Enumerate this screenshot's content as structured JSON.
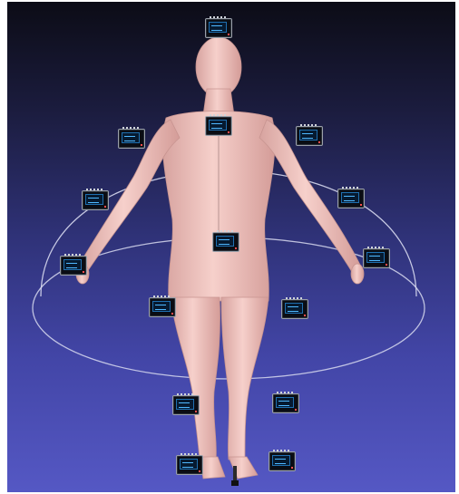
{
  "viewer": {
    "background_top": "#0c0c16",
    "background_bottom": "#5558c4",
    "body_color": "#f2c4bf",
    "ring_color": "#d7d9ee"
  },
  "sensors": [
    {
      "id": "head",
      "icon": "oled-sensor-icon"
    },
    {
      "id": "chest",
      "icon": "oled-sensor-icon"
    },
    {
      "id": "abdomen",
      "icon": "oled-sensor-icon"
    },
    {
      "id": "upper-left",
      "icon": "oled-sensor-icon"
    },
    {
      "id": "upper-right",
      "icon": "oled-sensor-icon"
    },
    {
      "id": "mid-left",
      "icon": "oled-sensor-icon"
    },
    {
      "id": "mid-right",
      "icon": "oled-sensor-icon"
    },
    {
      "id": "left-hand",
      "icon": "oled-sensor-icon"
    },
    {
      "id": "right-hand",
      "icon": "oled-sensor-icon"
    },
    {
      "id": "left-hip",
      "icon": "oled-sensor-icon"
    },
    {
      "id": "right-hip",
      "icon": "oled-sensor-icon"
    },
    {
      "id": "left-knee",
      "icon": "oled-sensor-icon"
    },
    {
      "id": "right-knee",
      "icon": "oled-sensor-icon"
    },
    {
      "id": "left-foot",
      "icon": "oled-sensor-icon"
    },
    {
      "id": "right-foot",
      "icon": "oled-sensor-icon"
    }
  ]
}
